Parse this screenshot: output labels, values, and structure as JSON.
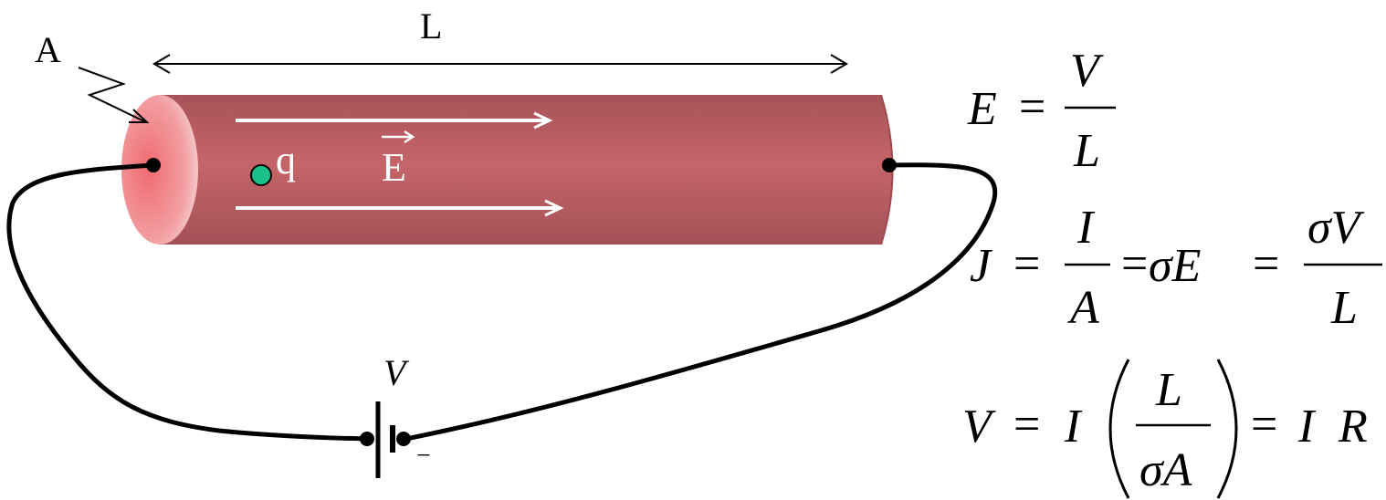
{
  "labels": {
    "area": "A",
    "length": "L",
    "charge": "q",
    "field": "E",
    "voltage": "V",
    "minus": "−"
  },
  "equations": {
    "eq1": {
      "lhs": "E",
      "eq": "=",
      "num": "V",
      "den": "L"
    },
    "eq2": {
      "lhs": "J",
      "eq1": "=",
      "num1": "I",
      "den1": "A",
      "eq2": "=",
      "mid": "σE",
      "eq3": "=",
      "num2": "σV",
      "den2": "L"
    },
    "eq3": {
      "lhs": "V",
      "eq1": "=",
      "i": "I",
      "num": "L",
      "den": "σA",
      "eq2": "=",
      "rhs_i": "I",
      "rhs_r": "R"
    }
  },
  "colors": {
    "rod": "#c06063",
    "rod_end": "#f08a8e",
    "charge": "#19c08a",
    "wire": "#000000",
    "arrow": "#ffffff"
  }
}
